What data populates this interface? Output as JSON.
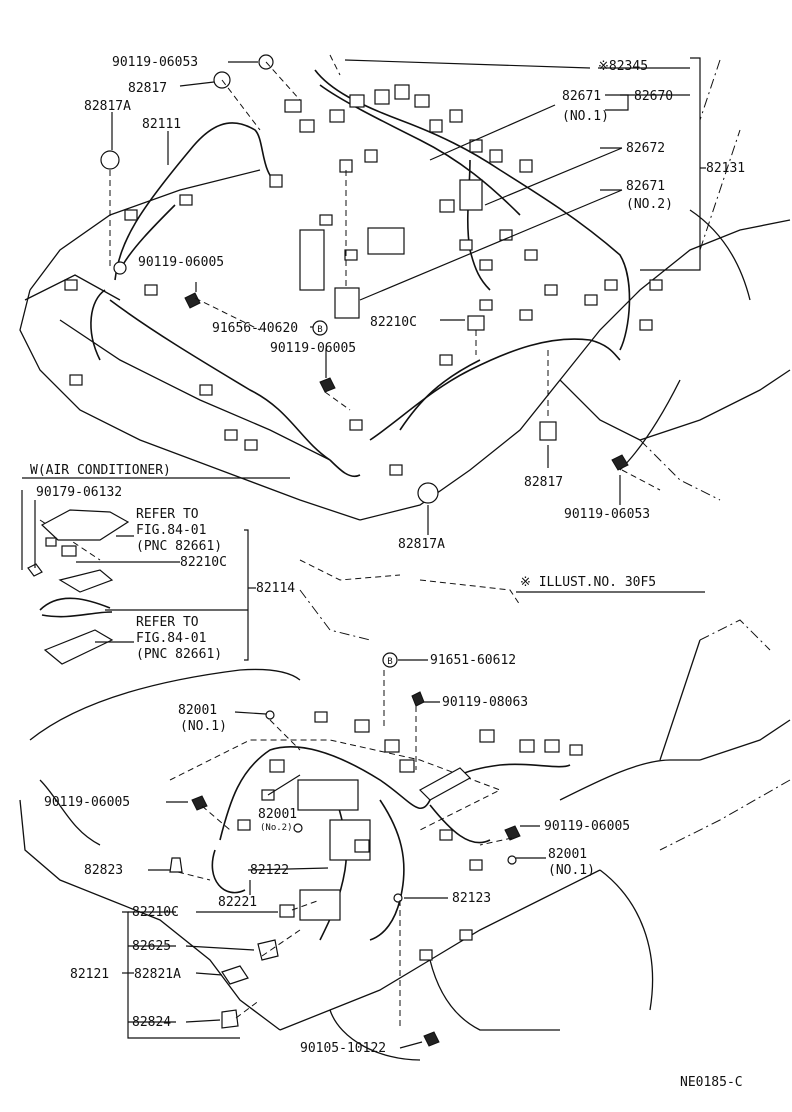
{
  "labels": {
    "p90119_06053_top": "90119-06053",
    "p82817_top": "82817",
    "p82817A_top": "82817A",
    "p82111": "82111",
    "p82345": "※82345",
    "p82671_no1": "82671",
    "p82671_no1_sub": "(NO.1)",
    "p82670": "82670",
    "p82672": "82672",
    "p82131": "82131",
    "p82671_no2": "82671",
    "p82671_no2_sub": "(NO.2)",
    "p90119_06005_a": "90119-06005",
    "p91656_40620": "91656-40620",
    "p90119_06005_b": "90119-06005",
    "p82210C_top": "82210C",
    "p82817_mid": "82817",
    "p90119_06053_mid": "90119-06053",
    "p82817A_mid": "82817A",
    "w_ac": "W(AIR CONDITIONER)",
    "p90179_06132": "90179-06132",
    "refer1_a": "REFER TO",
    "refer1_b": "FIG.84-01",
    "refer1_c": "(PNC 82661)",
    "p82210C_mid": "82210C",
    "p82114": "82114",
    "refer2_a": "REFER TO",
    "refer2_b": "FIG.84-01",
    "refer2_c": "(PNC 82661)",
    "illust_no": "※ ILLUST.NO. 30F5",
    "p91651_60612": "91651-60612",
    "p90119_08063": "90119-08063",
    "p82001_no1_a": "82001",
    "p82001_no1_a_sub": "(NO.1)",
    "p90119_06005_c": "90119-06005",
    "p82001_no2": "82001",
    "p82001_no2_sub": "(No.2)",
    "p90119_06005_d": "90119-06005",
    "p82001_no1_b": "82001",
    "p82001_no1_b_sub": "(NO.1)",
    "p82823": "82823",
    "p82122": "82122",
    "p82221": "82221",
    "p82123": "82123",
    "p82210C_bot": "82210C",
    "p82625": "82625",
    "p82121": "82121",
    "p82821A": "82821A",
    "p82824": "82824",
    "p90105_10122": "90105-10122",
    "figure_code": "NE0185-C"
  },
  "markers": {
    "b1": "B",
    "b2": "B"
  }
}
